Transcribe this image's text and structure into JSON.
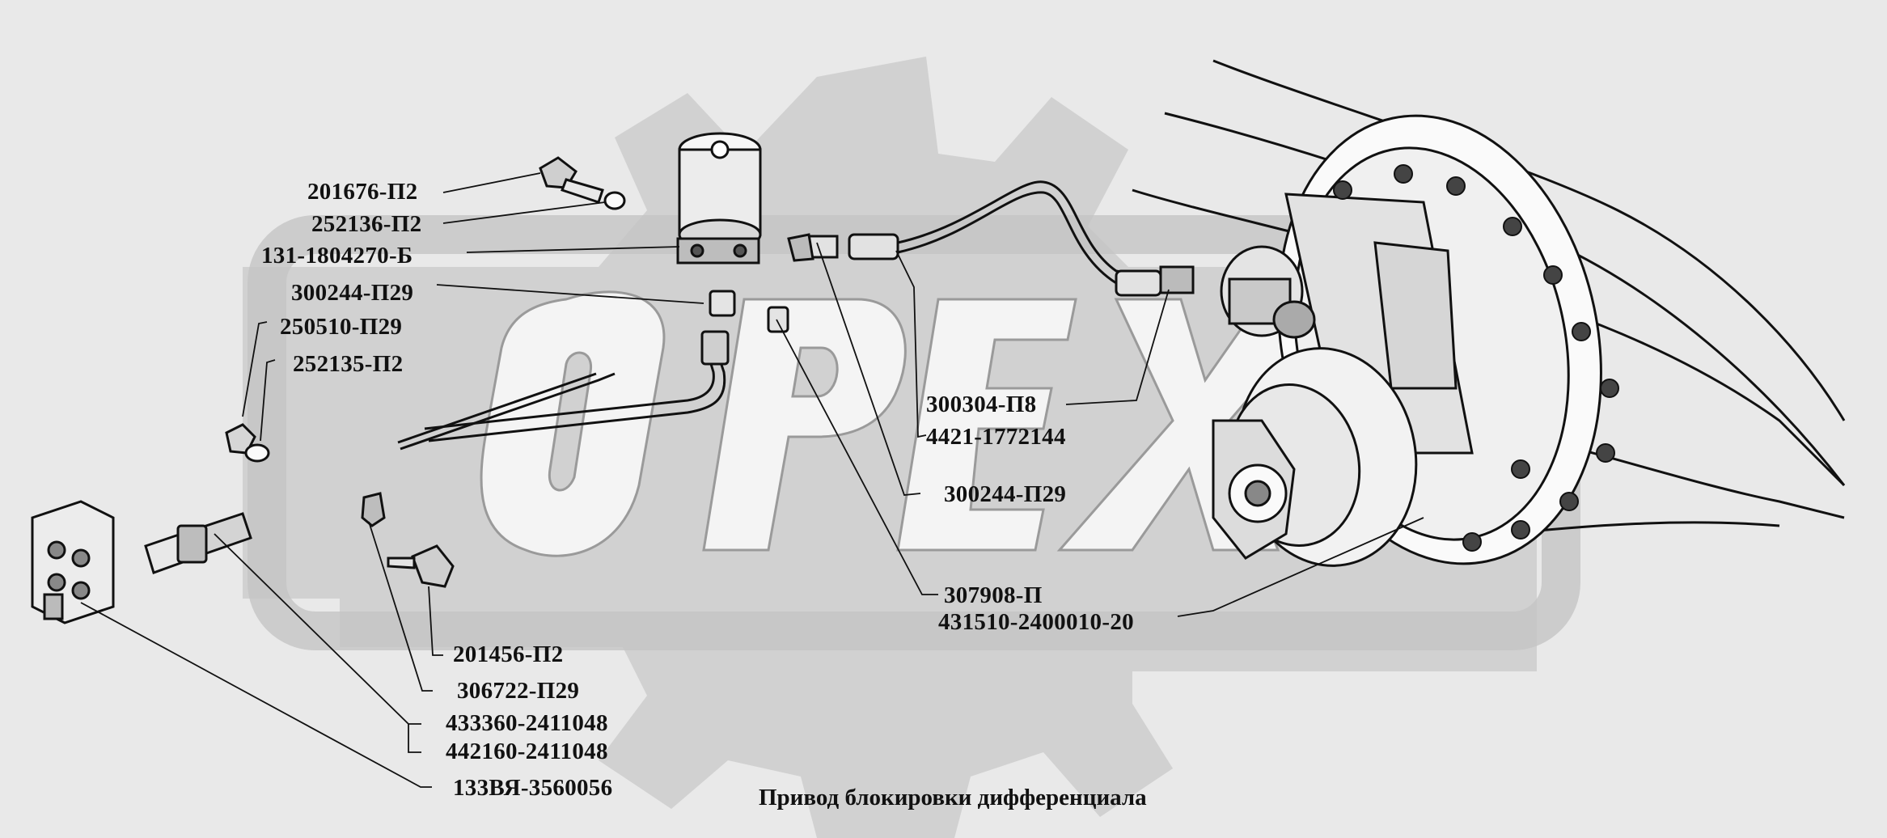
{
  "caption": "Привод блокировки дифференциала",
  "watermark": "OPEX",
  "colors": {
    "background": "#e9e9e9",
    "watermark": "#bdbdbd",
    "line": "#111111"
  },
  "callouts": {
    "c201676": "201676-П2",
    "c252136": "252136-П2",
    "c131": "131-1804270-Б",
    "c300244a": "300244-П29",
    "c250510": "250510-П29",
    "c252135": "252135-П2",
    "c300304": "300304-П8",
    "c4421": "4421-1772144",
    "c300244b": "300244-П29",
    "c307908": "307908-П",
    "c431510": "431510-2400010-20",
    "c201456": "201456-П2",
    "c306722": "306722-П29",
    "c433360": "433360-2411048",
    "c442160": "442160-2411048",
    "c133": "133ВЯ-3560056"
  }
}
